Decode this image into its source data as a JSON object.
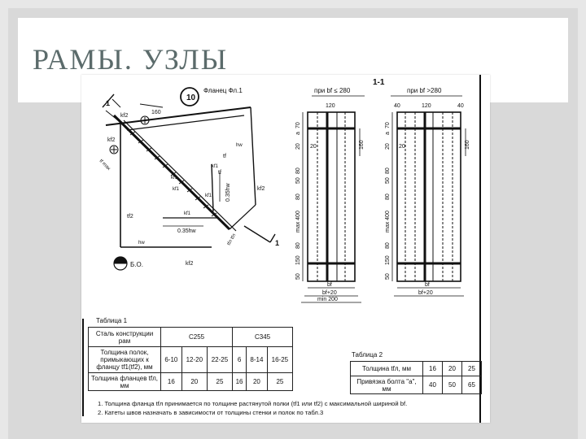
{
  "slide": {
    "title": "РАМЫ. УЗЛЫ"
  },
  "drawing": {
    "node_number": "10",
    "flange_label": "Фланец Фл.1",
    "section_label": "1-1",
    "section_markers": [
      "1",
      "1"
    ],
    "base_label": "Б.О.",
    "left_node_labels": {
      "kf2_top": "kf2",
      "kf2_left": "kf2",
      "kf2_bottom": "kf2",
      "kf1_a": "kf1",
      "kf1_b": "kf1",
      "kf1_c": "kf1",
      "kf1_d": "kf1",
      "kf1_e": "kf1",
      "tf_a": "tf",
      "tf2": "tf2",
      "tf_max": "tf max",
      "hw_a": "hw",
      "hw_b": "hw",
      "dim_160": "160",
      "dim_035hw_a": "0.35hw",
      "dim_035hw_b": "0.35hw",
      "tfl_labels": "tfл tfл",
      "rib_kf2": "kf2",
      "rib_tf": "tf"
    },
    "section_a": {
      "caption": "при bf ≤ 280",
      "top_dim": "120",
      "left_dims": [
        "70",
        "a",
        "20",
        "80",
        "50",
        "80",
        "max 400",
        "80",
        "150",
        "50"
      ],
      "right_dim": "160",
      "bottom_dims": [
        "bf",
        "bf+20",
        "min 200"
      ],
      "dim_20": "20"
    },
    "section_b": {
      "caption": "при bf >280",
      "top_dims": [
        "40",
        "120",
        "40"
      ],
      "left_dims": [
        "70",
        "a",
        "20",
        "80",
        "50",
        "80",
        "max 400",
        "80",
        "150",
        "50"
      ],
      "right_dim": "160",
      "bottom_dims": [
        "bf",
        "bf+20"
      ],
      "dim_20": "20"
    }
  },
  "table1": {
    "caption": "Таблица 1",
    "steel_header": "Сталь конструкции рам",
    "c255": "С255",
    "c345": "С345",
    "row1_label": "Толщина полок, примыкающих к фланцу tf1(tf2), мм",
    "row1_values": [
      "6-10",
      "12-20",
      "22-25",
      "6",
      "8-14",
      "16-25"
    ],
    "row2_label": "Толщина фланцев tfл, мм",
    "row2_values": [
      "16",
      "20",
      "25",
      "16",
      "20",
      "25"
    ]
  },
  "table2": {
    "caption": "Таблица 2",
    "row1_label": "Толщина tfл, мм",
    "row1_values": [
      "16",
      "20",
      "25"
    ],
    "row2_label": "Привязка болта \"а\", мм",
    "row2_values": [
      "40",
      "50",
      "65"
    ]
  },
  "notes": [
    "1. Толщина фланца tfл принимается по толщине растянутой полки (tf1 или tf2) с максимальной шириной bf.",
    "2. Катеты швов назначать в зависимости от толщины стенки и полок по табл.3"
  ]
}
